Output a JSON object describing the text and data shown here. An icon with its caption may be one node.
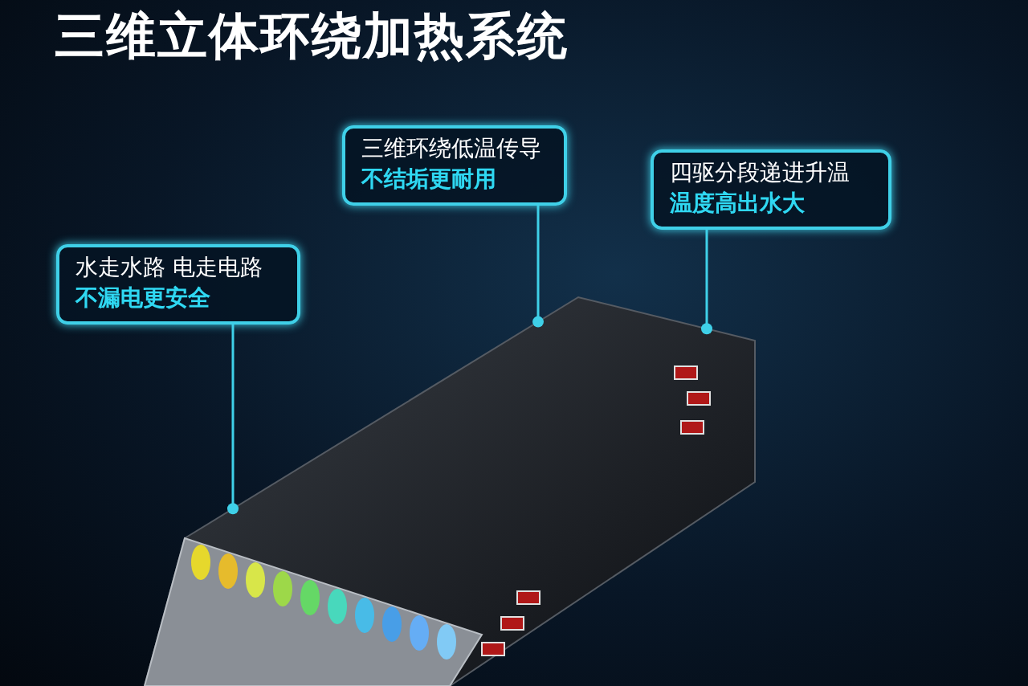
{
  "diagram": {
    "title": "三维立体环绕加热系统",
    "nodes": [
      {
        "text": [
          "三维环绕低温传导",
          "不结垢更耐用"
        ]
      },
      {
        "text": [
          "四驱分段递进升温",
          "温度高出水大"
        ]
      },
      {
        "text": [
          "水走水路 电走电路",
          "不漏电更安全"
        ]
      },
      {
        "text": [],
        "shape": "picture"
      }
    ],
    "edges": [
      {
        "from": 0,
        "to": 3,
        "arrow": "other"
      },
      {
        "from": 1,
        "to": 3,
        "arrow": "other"
      },
      {
        "from": 2,
        "to": 3,
        "arrow": "other"
      }
    ]
  }
}
